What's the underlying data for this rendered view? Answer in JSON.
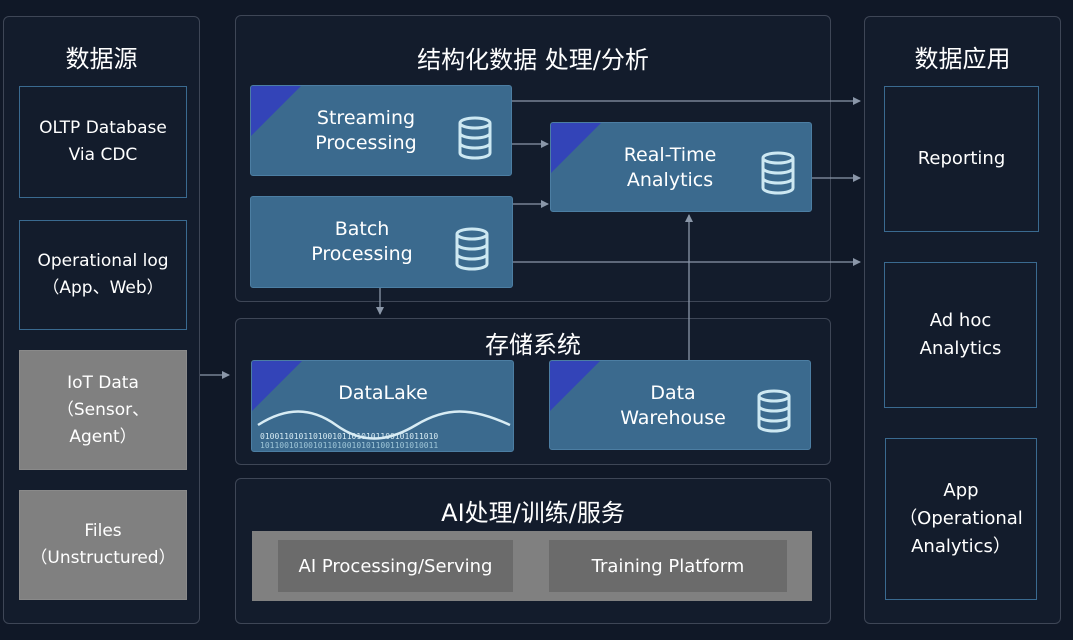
{
  "sources": {
    "title": "数据源",
    "items": [
      {
        "label": "OLTP Database\nVia CDC"
      },
      {
        "label": "Operational log\n（App、Web）"
      },
      {
        "label": "IoT Data\n（Sensor、\nAgent）"
      },
      {
        "label": "Files\n（Unstructured）"
      }
    ]
  },
  "processing": {
    "title": "结构化数据 处理/分析",
    "streaming": "Streaming\nProcessing",
    "batch": "Batch\nProcessing",
    "realtime": "Real-Time\nAnalytics"
  },
  "storage": {
    "title": "存储系统",
    "datalake": "DataLake",
    "warehouse": "Data\nWarehouse"
  },
  "ai": {
    "title": "AI处理/训练/服务",
    "serving": "AI Processing/Serving",
    "training": "Training Platform"
  },
  "apps": {
    "title": "数据应用",
    "items": [
      {
        "label": "Reporting"
      },
      {
        "label": "Ad hoc\nAnalytics"
      },
      {
        "label": "App\n（Operational\nAnalytics）"
      }
    ]
  },
  "colors": {
    "background": "#101827",
    "process_box": "#3b6a8e",
    "corner_accent": "#3344b8",
    "gray_box": "#808080"
  }
}
